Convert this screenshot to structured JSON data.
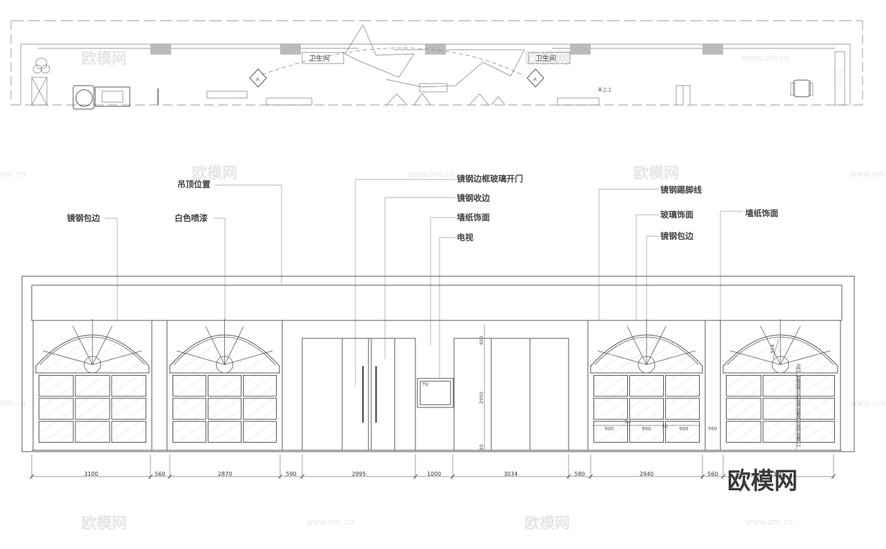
{
  "watermark": {
    "brand": "欧模网",
    "url": "www.om.cn",
    "url_partial": "om.cn",
    "logo": "欧模网"
  },
  "plan": {
    "room_tag_1": "卫生间",
    "room_tag_2": "卫生间",
    "marker_1": "A",
    "marker_2": "A",
    "side_text": "米上上",
    "tv_text": "TV"
  },
  "annotations": [
    {
      "id": "ann-mirror-steel-edge-left",
      "text": "镜钢包边"
    },
    {
      "id": "ann-white-paint",
      "text": "白色喷漆"
    },
    {
      "id": "ann-ceiling-position",
      "text": "吊顶位置"
    },
    {
      "id": "ann-mirror-steel-glass-door",
      "text": "镜钢边框玻璃开门"
    },
    {
      "id": "ann-mirror-steel-trim",
      "text": "镜钢收边"
    },
    {
      "id": "ann-wallpaper-left",
      "text": "墙纸饰面"
    },
    {
      "id": "ann-tv",
      "text": "电视"
    },
    {
      "id": "ann-mirror-steel-skirting",
      "text": "镜钢踢脚线"
    },
    {
      "id": "ann-glass-finish",
      "text": "玻璃饰面"
    },
    {
      "id": "ann-mirror-steel-edge-right",
      "text": "镜钢包边"
    },
    {
      "id": "ann-wallpaper-right",
      "text": "墙纸饰面"
    }
  ],
  "bottom_dimensions": [
    "3100",
    "560",
    "2870",
    "590",
    "2995",
    "1000",
    "3034",
    "580",
    "2940",
    "560",
    "130"
  ],
  "inner_dimensions": {
    "panel_widths": [
      "900",
      "900",
      "900"
    ],
    "gap": "50",
    "side": "560",
    "door_height": "2950",
    "door_top": "400",
    "door_bottom": "45",
    "arch_radius": "914",
    "right_stack": [
      "180",
      "75",
      "603",
      "5",
      "603",
      "50",
      "603",
      "20",
      "60",
      "110"
    ]
  }
}
